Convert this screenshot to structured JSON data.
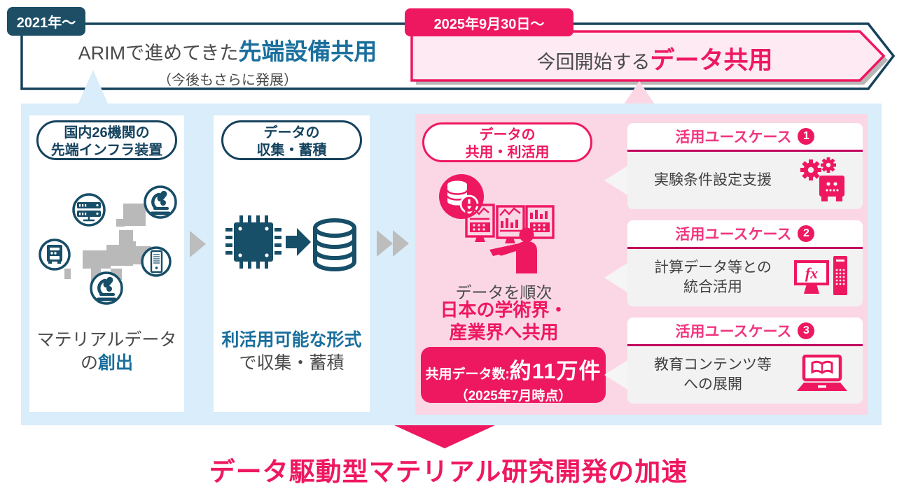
{
  "timeline": {
    "left_badge": "2021年〜",
    "right_badge": "2025年9月30日〜",
    "left_banner": {
      "prefix": "ARIMで進めてきた",
      "highlight": "先端設備共用",
      "subtitle": "（今後もさらに発展）"
    },
    "right_banner": {
      "prefix": "今回開始する",
      "highlight": "データ共用"
    }
  },
  "panels": {
    "panel1": {
      "pill_line1": "国内26機関の",
      "pill_line2": "先端インフラ装置",
      "caption_line1": "マテリアルデータ",
      "caption_prefix": "の",
      "caption_highlight": "創出"
    },
    "panel2": {
      "pill_line1": "データの",
      "pill_line2": "収集・蓄積",
      "caption_highlight": "利活用可能な形式",
      "caption_line2": "で収集・蓄積"
    },
    "panel3": {
      "pill_line1": "データの",
      "pill_line2": "共用・利活用",
      "caption_gray": "データを順次",
      "caption_pink_line1": "日本の学術界・",
      "caption_pink_line2": "産業界へ共用",
      "stat": {
        "label": "共用データ数:",
        "value": "約11万件",
        "note": "（2025年7月時点）"
      }
    }
  },
  "use_cases": [
    {
      "header_label": "活用ユースケース",
      "number": "1",
      "text_line1": "実験条件設定支援",
      "text_line2": "",
      "icon": "gears-machine-icon"
    },
    {
      "header_label": "活用ユースケース",
      "number": "2",
      "text_line1": "計算データ等との",
      "text_line2": "統合活用",
      "icon": "fx-computer-icon"
    },
    {
      "header_label": "活用ユースケース",
      "number": "3",
      "text_line1": "教育コンテンツ等",
      "text_line2": "への展開",
      "icon": "laptop-book-icon"
    }
  ],
  "footer": {
    "title": "データ駆動型マテリアル研究開発の加速"
  },
  "colors": {
    "navy": "#1d4e66",
    "navy_border": "#16425c",
    "teal_text": "#1a6f9d",
    "pink": "#ee1860",
    "crimson_line": "#c2005e",
    "light_pink": "#fbd7e5",
    "banner_pink_fill": "#fdeaf3",
    "light_blue": "#d9edfa",
    "gray_text": "#4a4a4a",
    "usecase_body_gray": "#f2f2f2",
    "arrow_gray": "#bdbdbd",
    "map_gray": "#b9b9b9"
  }
}
